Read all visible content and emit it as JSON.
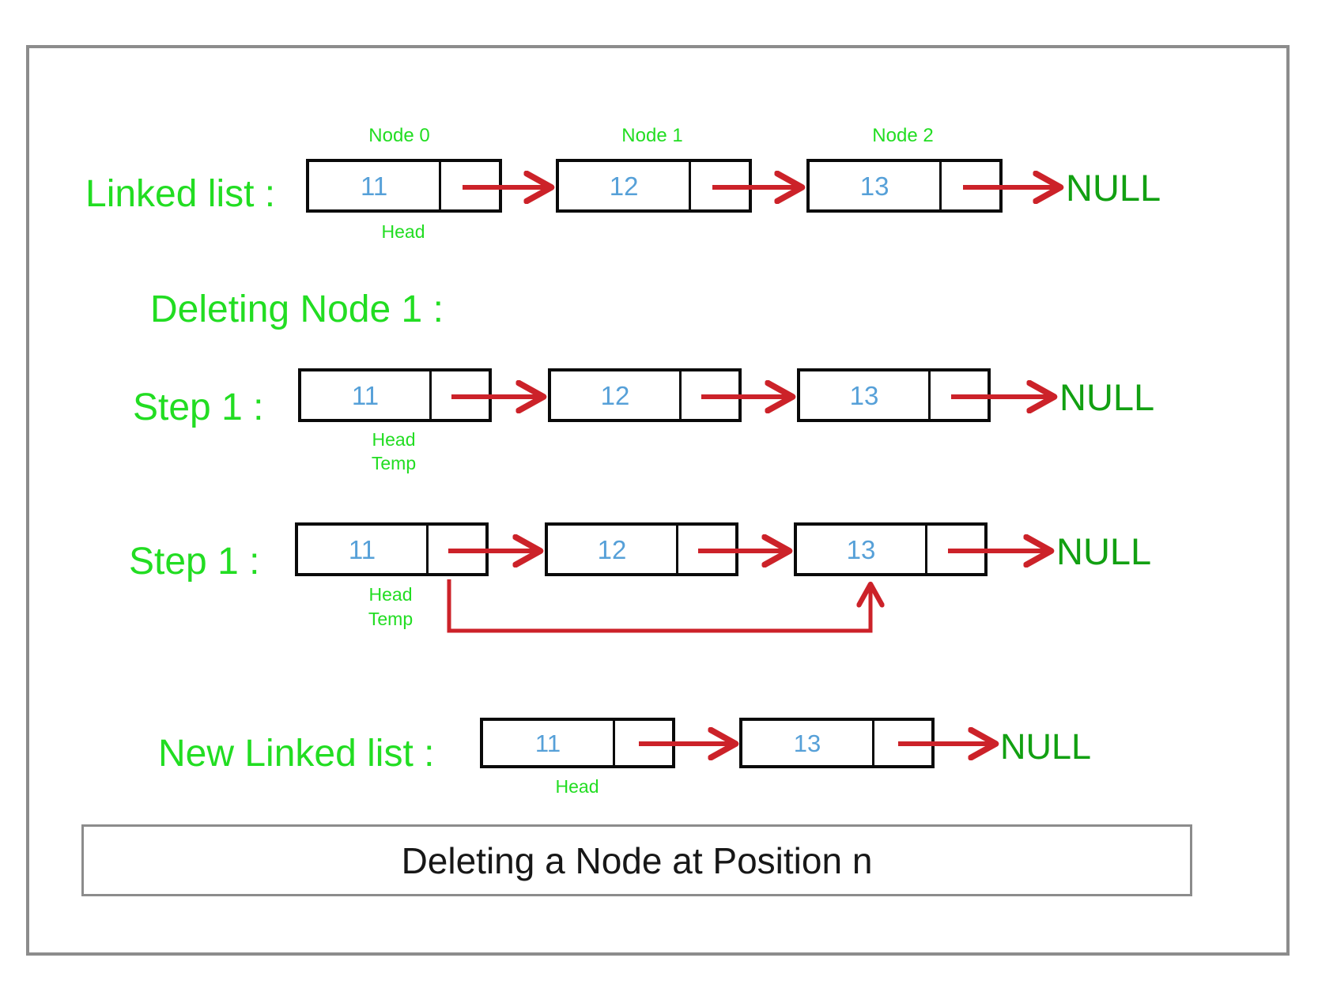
{
  "diagram": {
    "caption": "Deleting a Node at Position n",
    "colors": {
      "label_green": "#22dd22",
      "null_green": "#12a012",
      "value_blue": "#56a0d8",
      "node_border": "#0a0a0a",
      "arrow_red": "#cc2229",
      "frame_grey": "#8c8c8c",
      "background": "#ffffff"
    },
    "null_label": "NULL"
  },
  "rows": [
    {
      "id": "linked-list",
      "label": "Linked list :",
      "node_titles": [
        "Node 0",
        "Node 1",
        "Node 2"
      ],
      "nodes": [
        {
          "value": "11",
          "below": [
            "Head"
          ]
        },
        {
          "value": "12",
          "below": []
        },
        {
          "value": "13",
          "below": []
        }
      ],
      "terminator": "NULL"
    },
    {
      "id": "step-1-a",
      "heading": "Deleting Node 1 :",
      "label": "Step 1 :",
      "node_titles": [],
      "nodes": [
        {
          "value": "11",
          "below": [
            "Head",
            "Temp"
          ]
        },
        {
          "value": "12",
          "below": []
        },
        {
          "value": "13",
          "below": []
        }
      ],
      "terminator": "NULL"
    },
    {
      "id": "step-1-b",
      "label": "Step 1 :",
      "node_titles": [],
      "nodes": [
        {
          "value": "11",
          "below": [
            "Head",
            "Temp"
          ]
        },
        {
          "value": "12",
          "below": []
        },
        {
          "value": "13",
          "below": []
        }
      ],
      "terminator": "NULL",
      "bypass_arrow": true
    },
    {
      "id": "new-linked-list",
      "label": "New Linked list :",
      "node_titles": [],
      "nodes": [
        {
          "value": "11",
          "below": [
            "Head"
          ]
        },
        {
          "value": "13",
          "below": []
        }
      ],
      "terminator": "NULL"
    }
  ]
}
